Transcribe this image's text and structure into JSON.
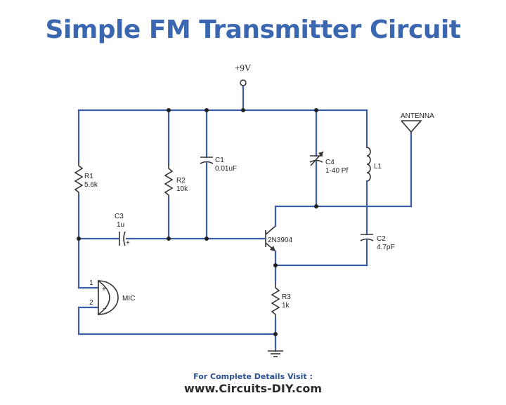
{
  "title": "Simple FM Transmitter Circuit",
  "supply_label": "+9V",
  "antenna_label": "ANTENNA",
  "components": {
    "r1": {
      "name": "R1",
      "value": "5.6k"
    },
    "r2": {
      "name": "R2",
      "value": "10k"
    },
    "r3": {
      "name": "R3",
      "value": "1k"
    },
    "c1": {
      "name": "C1",
      "value": "0.01uF"
    },
    "c2": {
      "name": "C2",
      "value": "4.7pF"
    },
    "c3": {
      "name": "C3",
      "value": "1u"
    },
    "c4": {
      "name": "C4",
      "value": "1-40 Pf"
    },
    "l1": {
      "name": "L1"
    },
    "q1": {
      "name": "2N3904"
    },
    "mic": {
      "name": "MIC",
      "pin1": "1",
      "pin2": "2"
    }
  },
  "footer": {
    "line1": "For Complete Details Visit :",
    "line2": "www.Circuits-DIY.com"
  },
  "colors": {
    "title": "#3a67b0",
    "wire": "#3b5da8",
    "component": "#333333"
  }
}
